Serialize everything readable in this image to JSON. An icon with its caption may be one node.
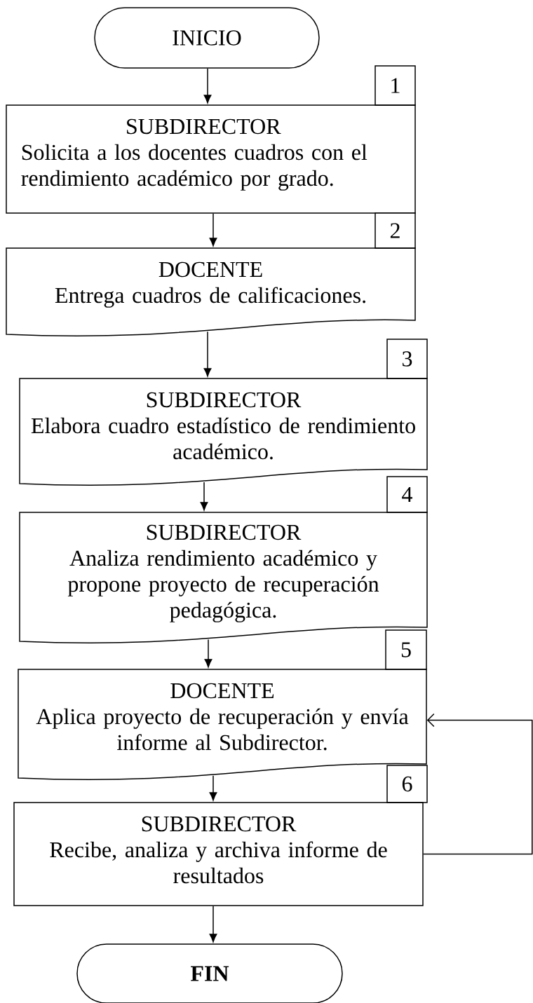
{
  "diagram": {
    "nodes": [
      {
        "text": [
          "INICIO"
        ]
      },
      {
        "text": [
          "1"
        ]
      },
      {
        "text": [
          "SUBDIRECTOR",
          "Solicita a los docentes cuadros con el rendimiento académico por grado."
        ]
      },
      {
        "text": [
          "2"
        ]
      },
      {
        "text": [
          "DOCENTE",
          "Entrega cuadros de calificaciones."
        ]
      },
      {
        "text": [
          "3"
        ]
      },
      {
        "text": [
          "SUBDIRECTOR",
          "Elabora cuadro estadístico de rendimiento académico."
        ]
      },
      {
        "text": [
          "4"
        ]
      },
      {
        "text": [
          "SUBDIRECTOR",
          "Analiza rendimiento académico y propone proyecto de recuperación pedagógica."
        ]
      },
      {
        "text": [
          "5"
        ]
      },
      {
        "text": [
          "DOCENTE",
          "Aplica proyecto de recuperación y envía informe al Subdirector."
        ]
      },
      {
        "text": [
          "6"
        ]
      },
      {
        "text": [
          "SUBDIRECTOR",
          "Recibe, analiza y archiva informe de resultados"
        ]
      },
      {
        "text": [
          "FIN"
        ]
      }
    ],
    "edges": [
      {
        "from": 0,
        "to": 2,
        "arrow": "to"
      },
      {
        "from": 2,
        "to": 4,
        "arrow": "to"
      },
      {
        "from": 4,
        "to": 6,
        "arrow": "to"
      },
      {
        "from": 6,
        "to": 8,
        "arrow": "to"
      },
      {
        "from": 8,
        "to": 10,
        "arrow": "to"
      },
      {
        "from": 10,
        "to": 12,
        "arrow": "to"
      },
      {
        "from": 12,
        "to": 13,
        "arrow": "to"
      },
      {
        "from": 12,
        "to": 10,
        "arrow": "to"
      }
    ]
  }
}
